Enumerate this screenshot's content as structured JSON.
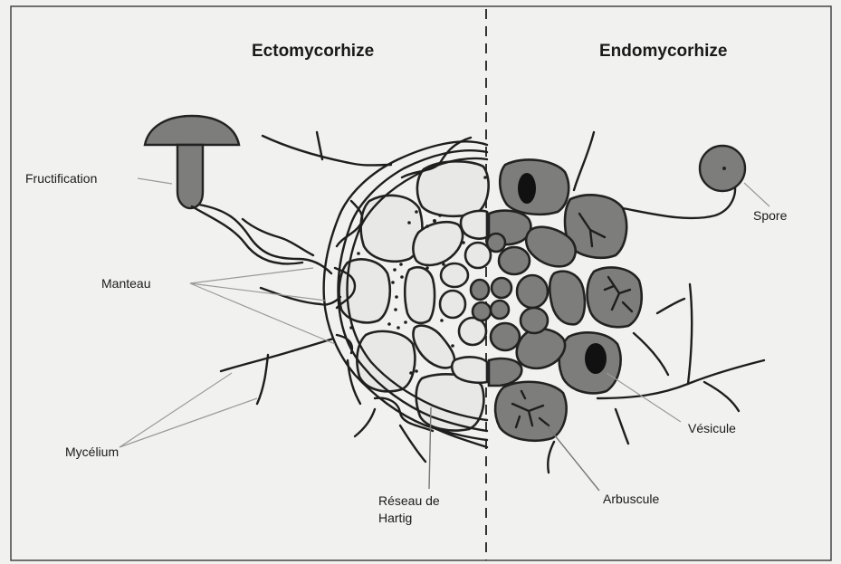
{
  "titles": {
    "left": "Ectomycorhize",
    "right": "Endomycorhize"
  },
  "labels": {
    "fructification": "Fructification",
    "manteau": "Manteau",
    "mycelium": "Mycélium",
    "reseau_line1": "Réseau de",
    "reseau_line2": "Hartig",
    "spore": "Spore",
    "vesicule": "Vésicule",
    "arbuscule": "Arbuscule"
  },
  "colors": {
    "background": "#f1f1ef",
    "cell_light": "#e8e8e6",
    "cell_dark": "#7d7d7b",
    "outline": "#222222"
  }
}
